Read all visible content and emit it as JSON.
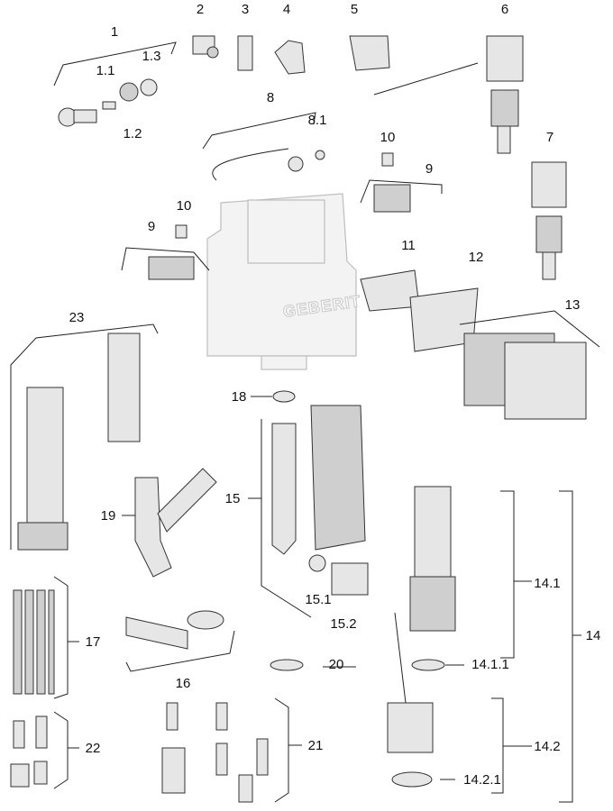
{
  "logo_text": "GEBERIT",
  "labels": {
    "p1": "1",
    "p1_1": "1.1",
    "p1_2": "1.2",
    "p1_3": "1.3",
    "p2": "2",
    "p3": "3",
    "p4": "4",
    "p5": "5",
    "p6": "6",
    "p7": "7",
    "p8": "8",
    "p8_1": "8.1",
    "p9a": "9",
    "p9b": "9",
    "p10a": "10",
    "p10b": "10",
    "p11": "11",
    "p12": "12",
    "p13": "13",
    "p14": "14",
    "p14_1": "14.1",
    "p14_1_1": "14.1.1",
    "p14_2": "14.2",
    "p14_2_1": "14.2.1",
    "p15": "15",
    "p15_1": "15.1",
    "p15_2": "15.2",
    "p16": "16",
    "p17": "17",
    "p18": "18",
    "p19": "19",
    "p20": "20",
    "p21": "21",
    "p22": "22",
    "p23": "23"
  }
}
